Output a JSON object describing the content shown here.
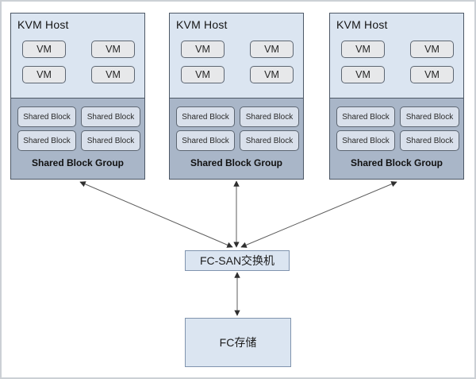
{
  "diagram": {
    "hosts": [
      {
        "title": "KVM Host",
        "vms": [
          "VM",
          "VM",
          "VM",
          "VM"
        ],
        "shared_blocks": [
          "Shared Block",
          "Shared Block",
          "Shared Block",
          "Shared Block"
        ],
        "group_label": "Shared Block Group"
      },
      {
        "title": "KVM Host",
        "vms": [
          "VM",
          "VM",
          "VM",
          "VM"
        ],
        "shared_blocks": [
          "Shared Block",
          "Shared Block",
          "Shared Block",
          "Shared Block"
        ],
        "group_label": "Shared Block Group"
      },
      {
        "title": "KVM Host",
        "vms": [
          "VM",
          "VM",
          "VM",
          "VM"
        ],
        "shared_blocks": [
          "Shared Block",
          "Shared Block",
          "Shared Block",
          "Shared Block"
        ],
        "group_label": "Shared Block Group"
      }
    ],
    "switch": {
      "label": "FC-SAN交换机"
    },
    "storage": {
      "label": "FC存储"
    },
    "connections": [
      {
        "from": "kvm-host-1-shared-block-group",
        "to": "fc-san-switch",
        "bidirectional": true
      },
      {
        "from": "kvm-host-2-shared-block-group",
        "to": "fc-san-switch",
        "bidirectional": true
      },
      {
        "from": "kvm-host-3-shared-block-group",
        "to": "fc-san-switch",
        "bidirectional": true
      },
      {
        "from": "fc-san-switch",
        "to": "fc-storage",
        "bidirectional": true
      }
    ],
    "colors": {
      "host_top_fill": "#dbe5f1",
      "host_group_fill": "#a9b6c8",
      "host_border": "#4d5866",
      "vm_fill": "#e7e8ea",
      "shared_block_fill": "#d9e0eb",
      "node_fill": "#dbe5f1",
      "node_border": "#8094ae",
      "arrow": "#5c5c5c"
    }
  }
}
